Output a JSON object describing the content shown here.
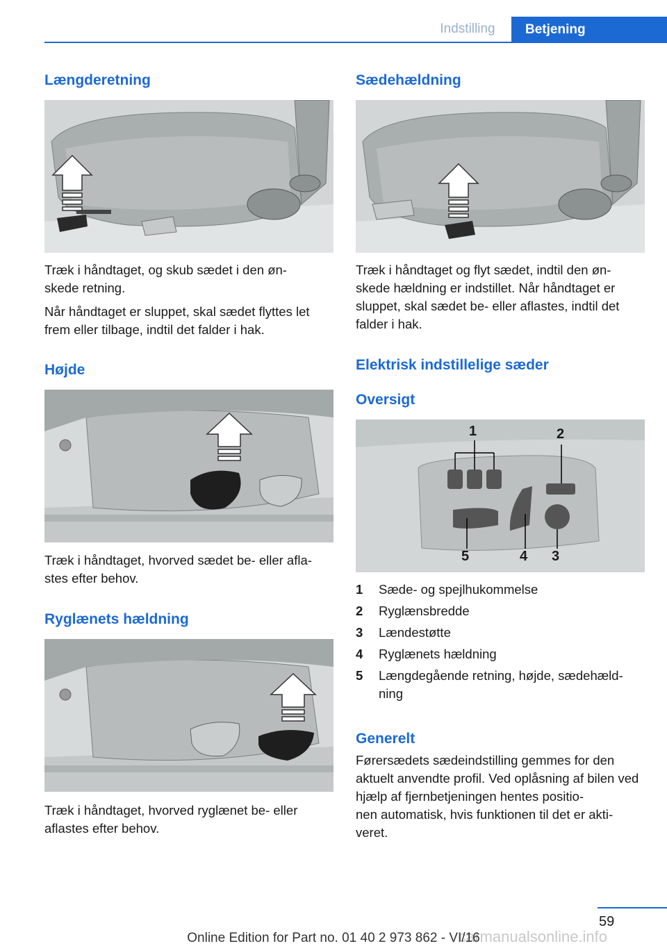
{
  "header": {
    "tab_inactive": "Indstilling",
    "tab_active": "Betjening",
    "accent": "#1c69d4"
  },
  "left": {
    "s1": {
      "title": "Længderetning",
      "p1": "Træk i håndtaget, og skub sædet i den øn-\nskede retning.",
      "p2": "Når håndtaget er sluppet, skal sædet flyttes let frem eller tilbage, indtil det falder i hak."
    },
    "s2": {
      "title": "Højde",
      "p1": "Træk i håndtaget, hvorved sædet be- eller afla-\nstes efter behov."
    },
    "s3": {
      "title": "Ryglænets hældning",
      "p1": "Træk i håndtaget, hvorved ryglænet be- eller aflastes efter behov."
    }
  },
  "right": {
    "s1": {
      "title": "Sædehældning",
      "p1": "Træk i håndtaget og flyt sædet, indtil den øn-\nskede hældning er indstillet. Når håndtaget er sluppet, skal sædet be- eller aflastes, indtil det falder i hak."
    },
    "s2": {
      "title": "Elektrisk indstillelige sæder"
    },
    "s3": {
      "title": "Oversigt",
      "callouts": [
        "1",
        "2",
        "3",
        "4",
        "5"
      ],
      "items": [
        {
          "num": "1",
          "text": "Sæde- og spejlhukommelse"
        },
        {
          "num": "2",
          "text": "Ryglænsbredde"
        },
        {
          "num": "3",
          "text": "Lændestøtte"
        },
        {
          "num": "4",
          "text": "Ryglænets hældning"
        },
        {
          "num": "5",
          "text": "Længdegående retning, højde, sædehæld-\nning"
        }
      ]
    },
    "s4": {
      "title": "Generelt",
      "p1": "Førersædets sædeindstilling gemmes for den aktuelt anvendte profil. Ved oplåsning af bilen ved hjælp af fjernbetjeningen hentes positio-\nnen automatisk, hvis funktionen til det er akti-\nveret."
    }
  },
  "footer": {
    "page": "59",
    "edition": "Online Edition for Part no. 01 40 2 973 862 - VI/16",
    "watermark": "carmanualsonline.info"
  }
}
